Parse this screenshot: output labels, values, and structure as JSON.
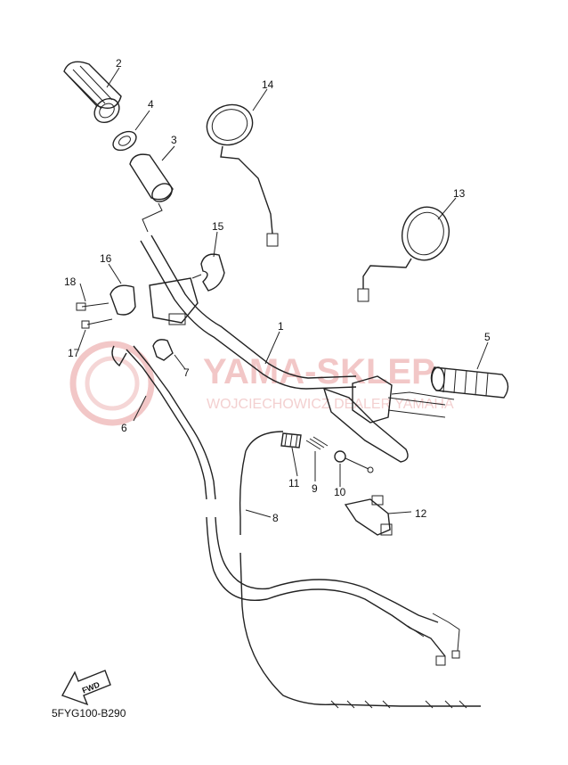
{
  "watermark": {
    "title": "YAMA-SKLEP",
    "subtitle": "WOJCIECHOWICZ DEALER YAMAHA"
  },
  "parts": [
    {
      "id": "2",
      "name": "grip"
    },
    {
      "id": "4",
      "name": "washer"
    },
    {
      "id": "3",
      "name": "throttle-tube"
    },
    {
      "id": "14",
      "name": "left-mirror"
    },
    {
      "id": "13",
      "name": "right-mirror"
    },
    {
      "id": "15",
      "name": "handlebar-holder"
    },
    {
      "id": "16",
      "name": "switch-holder"
    },
    {
      "id": "18",
      "name": "screw"
    },
    {
      "id": "17",
      "name": "screw"
    },
    {
      "id": "1",
      "name": "handlebar"
    },
    {
      "id": "5",
      "name": "grip"
    },
    {
      "id": "7",
      "name": "cable-clamp"
    },
    {
      "id": "6",
      "name": "throttle-cable"
    },
    {
      "id": "11",
      "name": "adjuster"
    },
    {
      "id": "9",
      "name": "spring"
    },
    {
      "id": "10",
      "name": "nut"
    },
    {
      "id": "12",
      "name": "lever-holder"
    },
    {
      "id": "8",
      "name": "clutch-cable"
    }
  ],
  "fwd_label": "FWD",
  "diagram_code": "5FYG100-B290"
}
